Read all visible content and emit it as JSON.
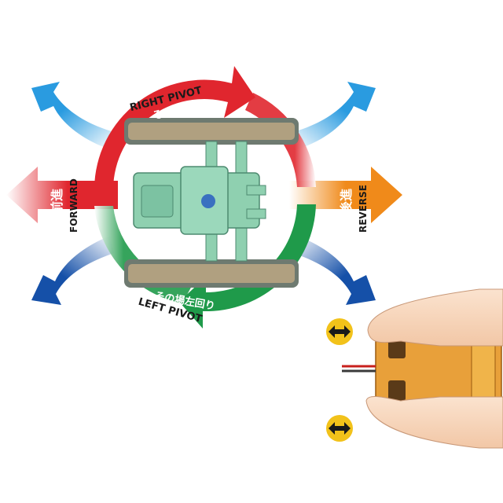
{
  "labels": {
    "right_pivot_en": "RIGHT PIVOT",
    "right_pivot_jp": "その場右回り",
    "left_pivot_en": "LEFT PIVOT",
    "left_pivot_jp": "その場左回り",
    "forward_jp": "前進",
    "forward_en": "FORWARD",
    "reverse_jp": "後進",
    "reverse_en": "REVERSE"
  },
  "colors": {
    "red_arrow": "#e0262e",
    "green_arrow": "#1f9a4a",
    "orange_arrow": "#f08a1a",
    "blue_arrow": "#1a8ad8",
    "dark_blue_arrow": "#1550a8",
    "chassis_green": "#8fd0b0",
    "controller_orange": "#e8a03a",
    "indicator_yellow": "#f2c21a"
  },
  "icons": {
    "forward_arrow": "arrow-left-icon",
    "reverse_arrow": "arrow-right-icon",
    "lever_indicator": "double-arrow-icon"
  }
}
